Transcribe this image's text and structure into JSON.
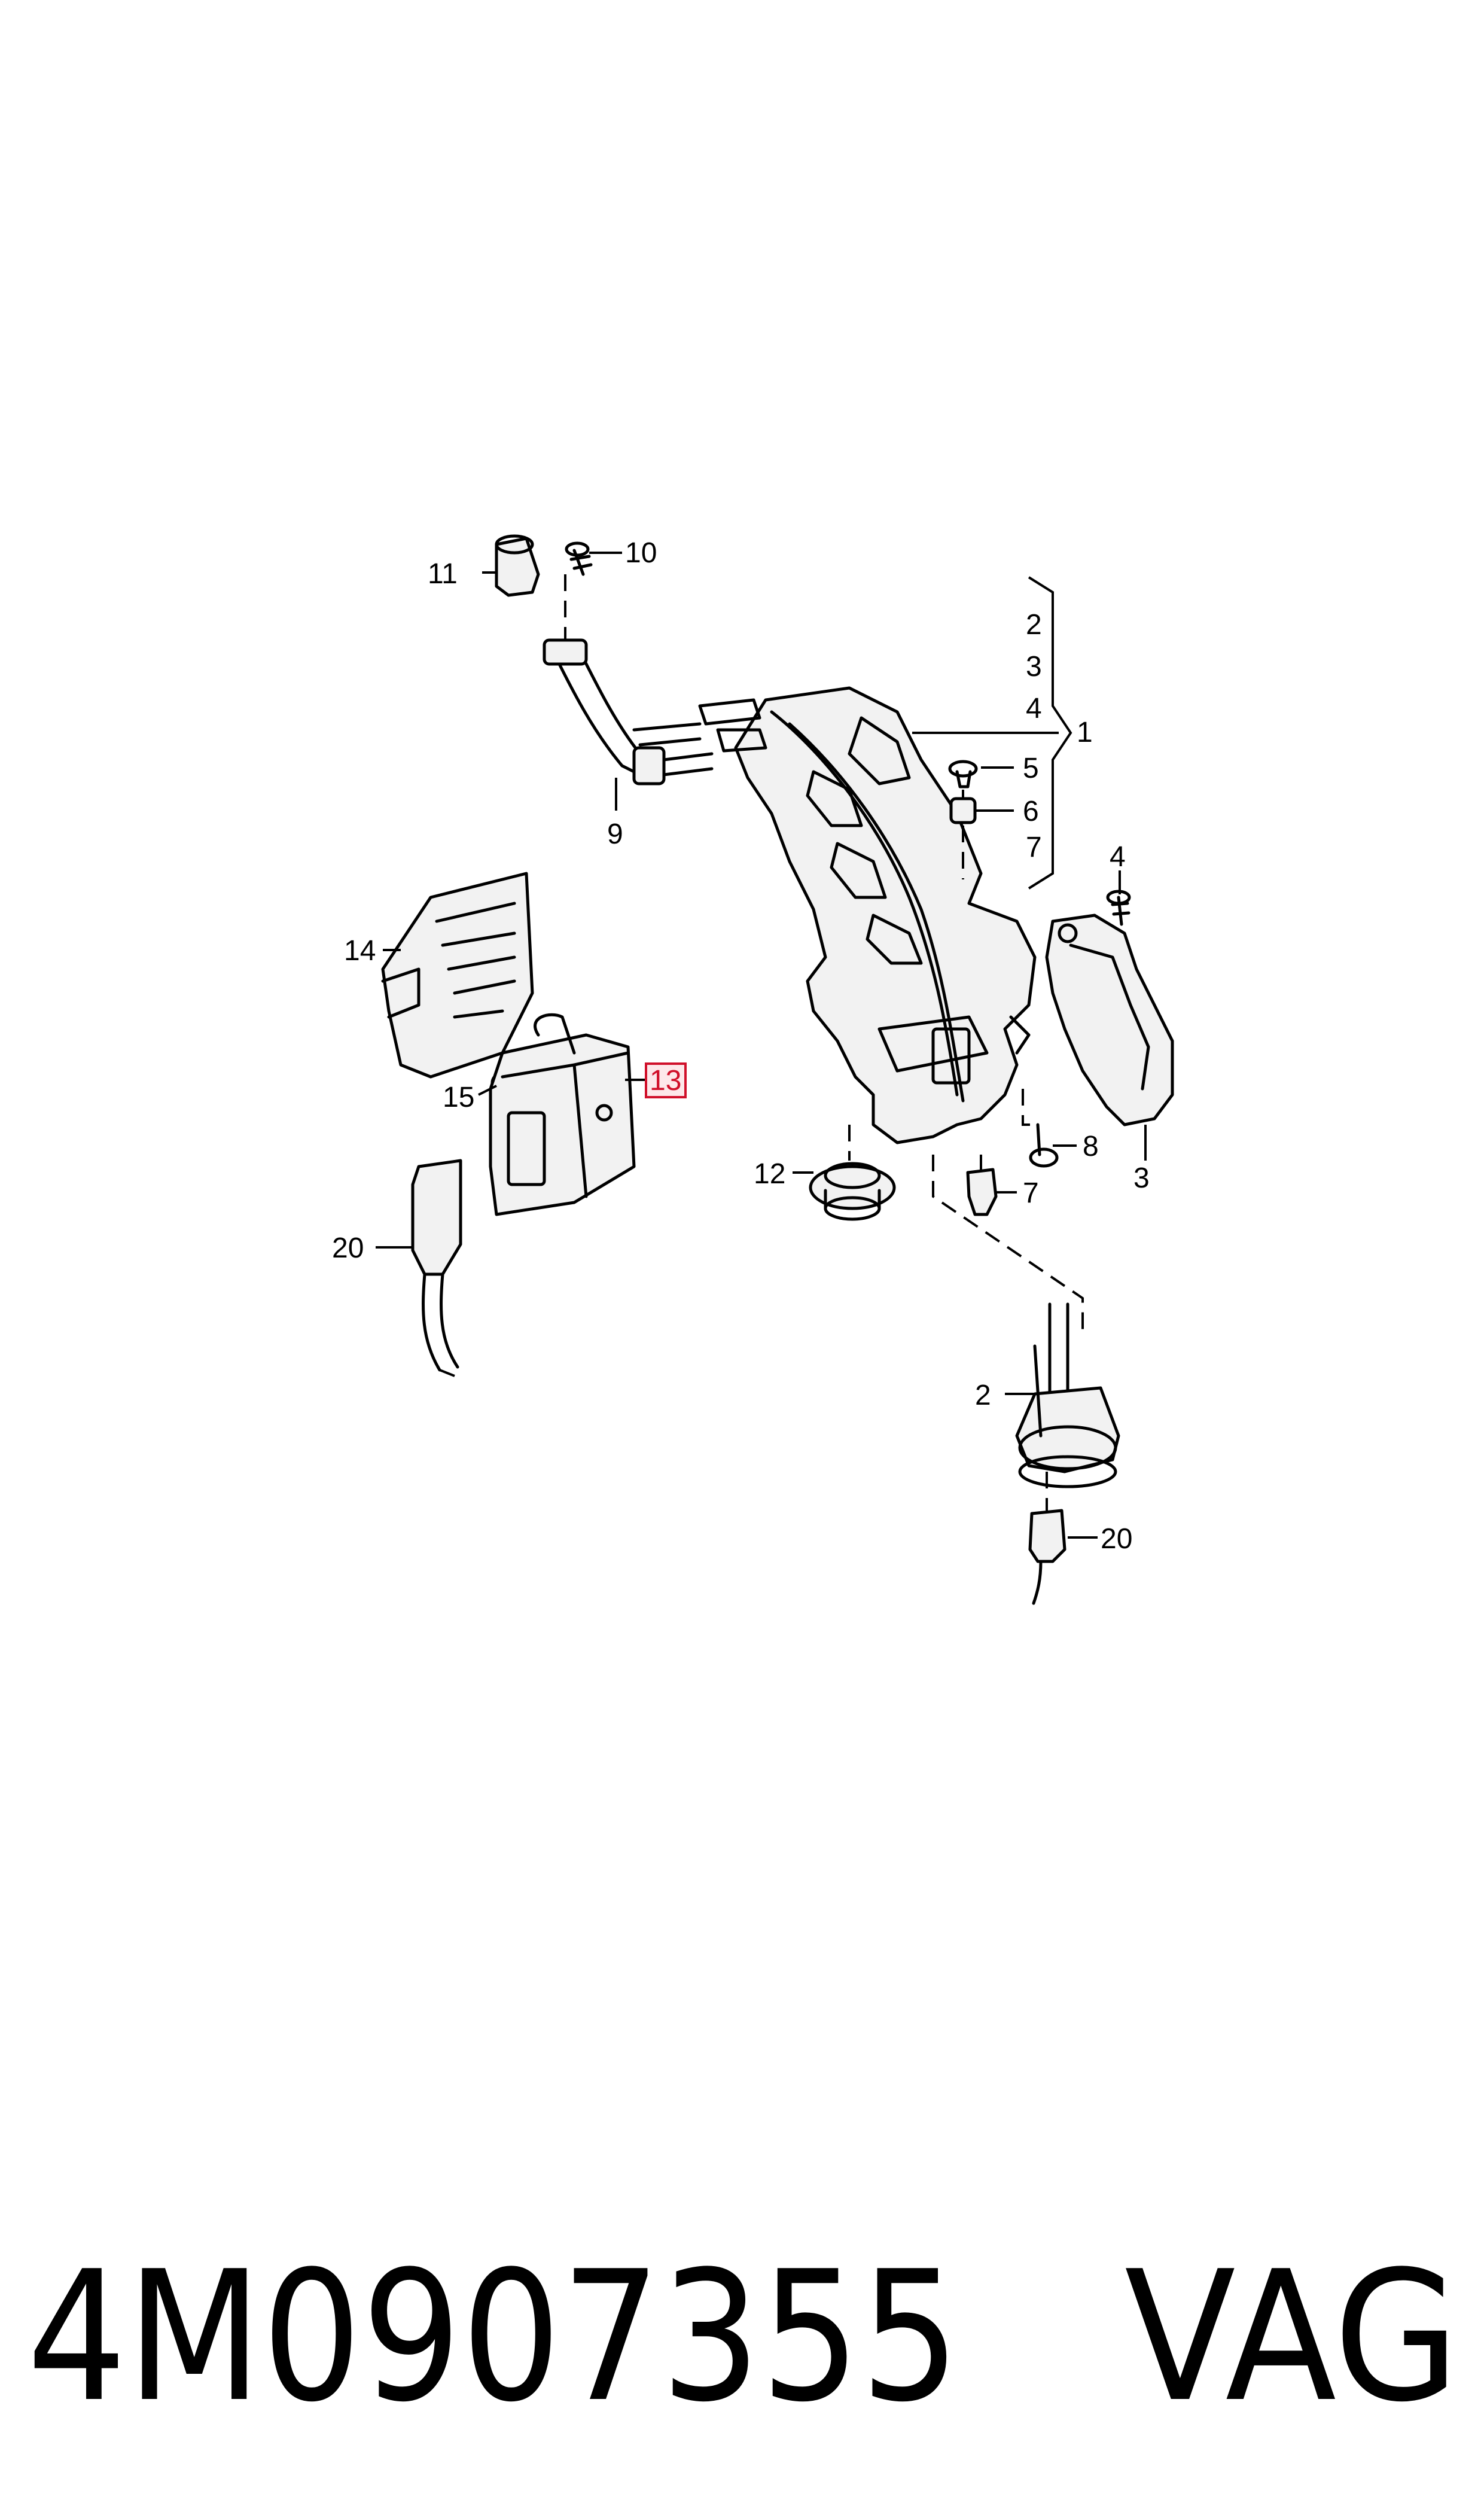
{
  "diagram": {
    "highlighted_part": "13",
    "callouts": {
      "c1": "1",
      "c2a": "2",
      "c3a": "3",
      "c4a": "4",
      "c5": "5",
      "c6": "6",
      "c7a": "7",
      "c4b": "4",
      "c3b": "3",
      "c8": "8",
      "c7b": "7",
      "c9": "9",
      "c10": "10",
      "c11": "11",
      "c12": "12",
      "c13": "13",
      "c14": "14",
      "c15": "15",
      "c20a": "20",
      "c2b": "2",
      "c20b": "20"
    }
  },
  "footer": {
    "part_number": "4M0907355",
    "brand": "VAG"
  }
}
